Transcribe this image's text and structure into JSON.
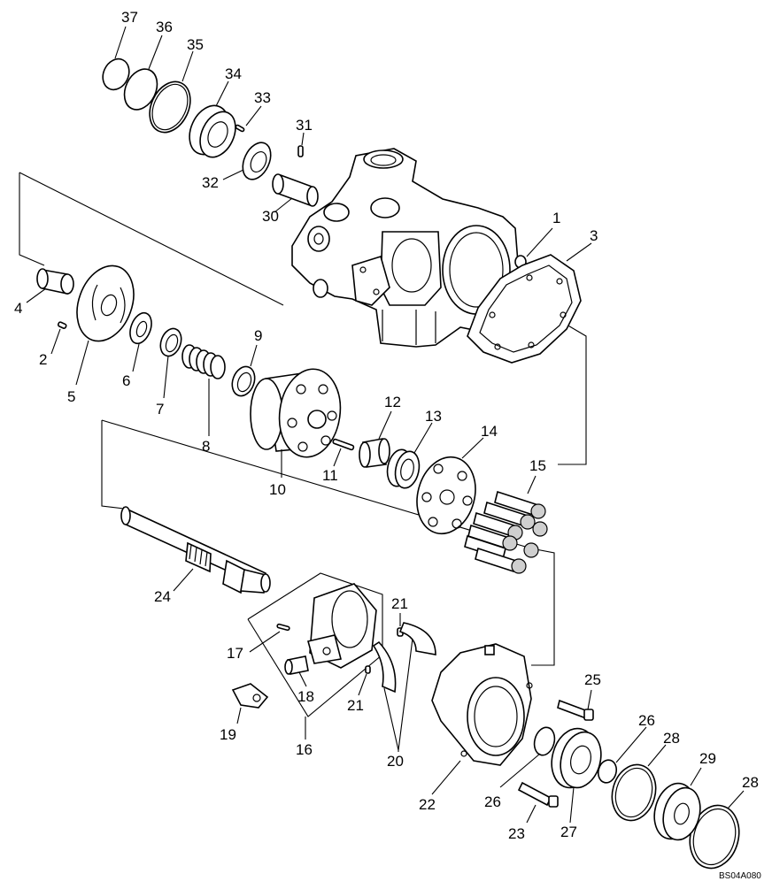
{
  "diagram": {
    "code": "BS04A080",
    "callouts": [
      {
        "id": "c1",
        "label": "1"
      },
      {
        "id": "c2",
        "label": "2"
      },
      {
        "id": "c3",
        "label": "3"
      },
      {
        "id": "c4",
        "label": "4"
      },
      {
        "id": "c5",
        "label": "5"
      },
      {
        "id": "c6",
        "label": "6"
      },
      {
        "id": "c7",
        "label": "7"
      },
      {
        "id": "c8",
        "label": "8"
      },
      {
        "id": "c9",
        "label": "9"
      },
      {
        "id": "c10",
        "label": "10"
      },
      {
        "id": "c11",
        "label": "11"
      },
      {
        "id": "c12",
        "label": "12"
      },
      {
        "id": "c13",
        "label": "13"
      },
      {
        "id": "c14",
        "label": "14"
      },
      {
        "id": "c15",
        "label": "15"
      },
      {
        "id": "c16",
        "label": "16"
      },
      {
        "id": "c17",
        "label": "17"
      },
      {
        "id": "c18",
        "label": "18"
      },
      {
        "id": "c19",
        "label": "19"
      },
      {
        "id": "c20",
        "label": "20"
      },
      {
        "id": "c21a",
        "label": "21"
      },
      {
        "id": "c21b",
        "label": "21"
      },
      {
        "id": "c22",
        "label": "22"
      },
      {
        "id": "c23",
        "label": "23"
      },
      {
        "id": "c24",
        "label": "24"
      },
      {
        "id": "c25",
        "label": "25"
      },
      {
        "id": "c26a",
        "label": "26"
      },
      {
        "id": "c26b",
        "label": "26"
      },
      {
        "id": "c27",
        "label": "27"
      },
      {
        "id": "c28a",
        "label": "28"
      },
      {
        "id": "c28b",
        "label": "28"
      },
      {
        "id": "c29",
        "label": "29"
      },
      {
        "id": "c30",
        "label": "30"
      },
      {
        "id": "c31",
        "label": "31"
      },
      {
        "id": "c32",
        "label": "32"
      },
      {
        "id": "c33",
        "label": "33"
      },
      {
        "id": "c34",
        "label": "34"
      },
      {
        "id": "c35",
        "label": "35"
      },
      {
        "id": "c36",
        "label": "36"
      },
      {
        "id": "c37",
        "label": "37"
      }
    ]
  }
}
